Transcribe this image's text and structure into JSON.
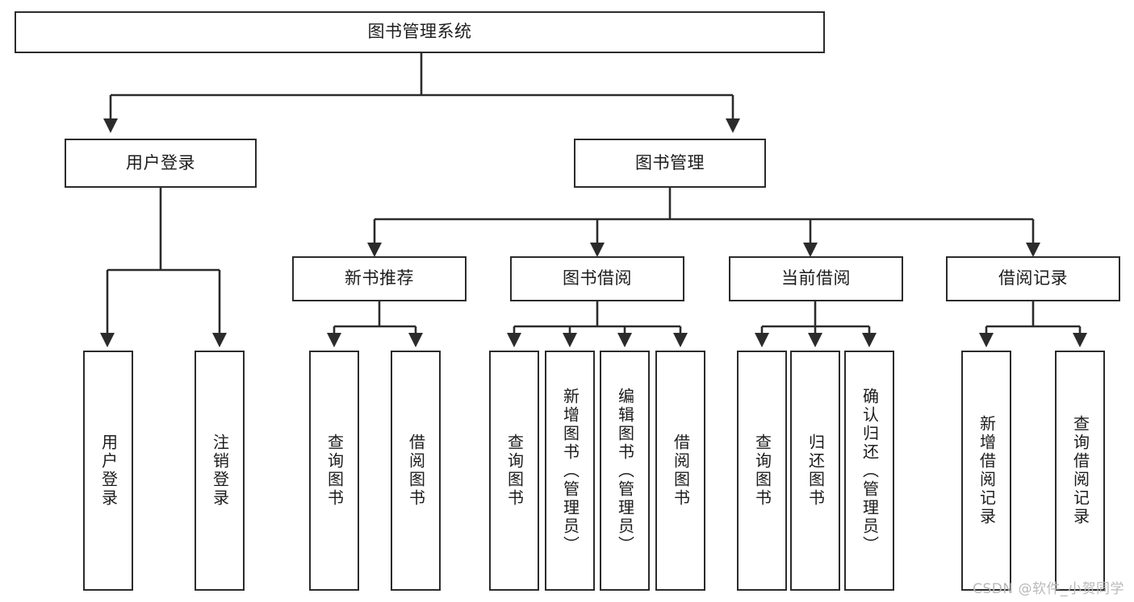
{
  "diagram": {
    "title": "图书管理系统",
    "type": "tree",
    "root": {
      "id": "root",
      "label": "图书管理系统"
    },
    "level2": [
      {
        "id": "user-login",
        "label": "用户登录"
      },
      {
        "id": "book-manage",
        "label": "图书管理"
      }
    ],
    "level3": [
      {
        "id": "new-book-rec",
        "label": "新书推荐",
        "parent": "book-manage"
      },
      {
        "id": "book-borrow",
        "label": "图书借阅",
        "parent": "book-manage"
      },
      {
        "id": "current-borrow",
        "label": "当前借阅",
        "parent": "book-manage"
      },
      {
        "id": "borrow-record",
        "label": "借阅记录",
        "parent": "book-manage"
      }
    ],
    "leaves": {
      "user-login": [
        {
          "id": "leaf-user-login",
          "label": "用户登录"
        },
        {
          "id": "leaf-logout",
          "label": "注销登录"
        }
      ],
      "new-book-rec": [
        {
          "id": "leaf-query-book-1",
          "label": "查询图书"
        },
        {
          "id": "leaf-borrow-book-1",
          "label": "借阅图书"
        }
      ],
      "book-borrow": [
        {
          "id": "leaf-query-book-2",
          "label": "查询图书"
        },
        {
          "id": "leaf-add-book",
          "label": "新增图书（管理员）"
        },
        {
          "id": "leaf-edit-book",
          "label": "编辑图书（管理员）"
        },
        {
          "id": "leaf-borrow-book-2",
          "label": "借阅图书"
        }
      ],
      "current-borrow": [
        {
          "id": "leaf-query-book-3",
          "label": "查询图书"
        },
        {
          "id": "leaf-return-book",
          "label": "归还图书"
        },
        {
          "id": "leaf-confirm-return",
          "label": "确认归还（管理员）"
        }
      ],
      "borrow-record": [
        {
          "id": "leaf-add-record",
          "label": "新增借阅记录"
        },
        {
          "id": "leaf-query-record",
          "label": "查询借阅记录"
        }
      ]
    },
    "watermark": "CSDN @软件_小贺同学",
    "colors": {
      "line": "#2b2b2b",
      "box_border": "#2b2b2b",
      "box_fill": "#ffffff",
      "text": "#1c1c1c",
      "watermark": "#b9b9b9",
      "background": "#ffffff"
    }
  }
}
